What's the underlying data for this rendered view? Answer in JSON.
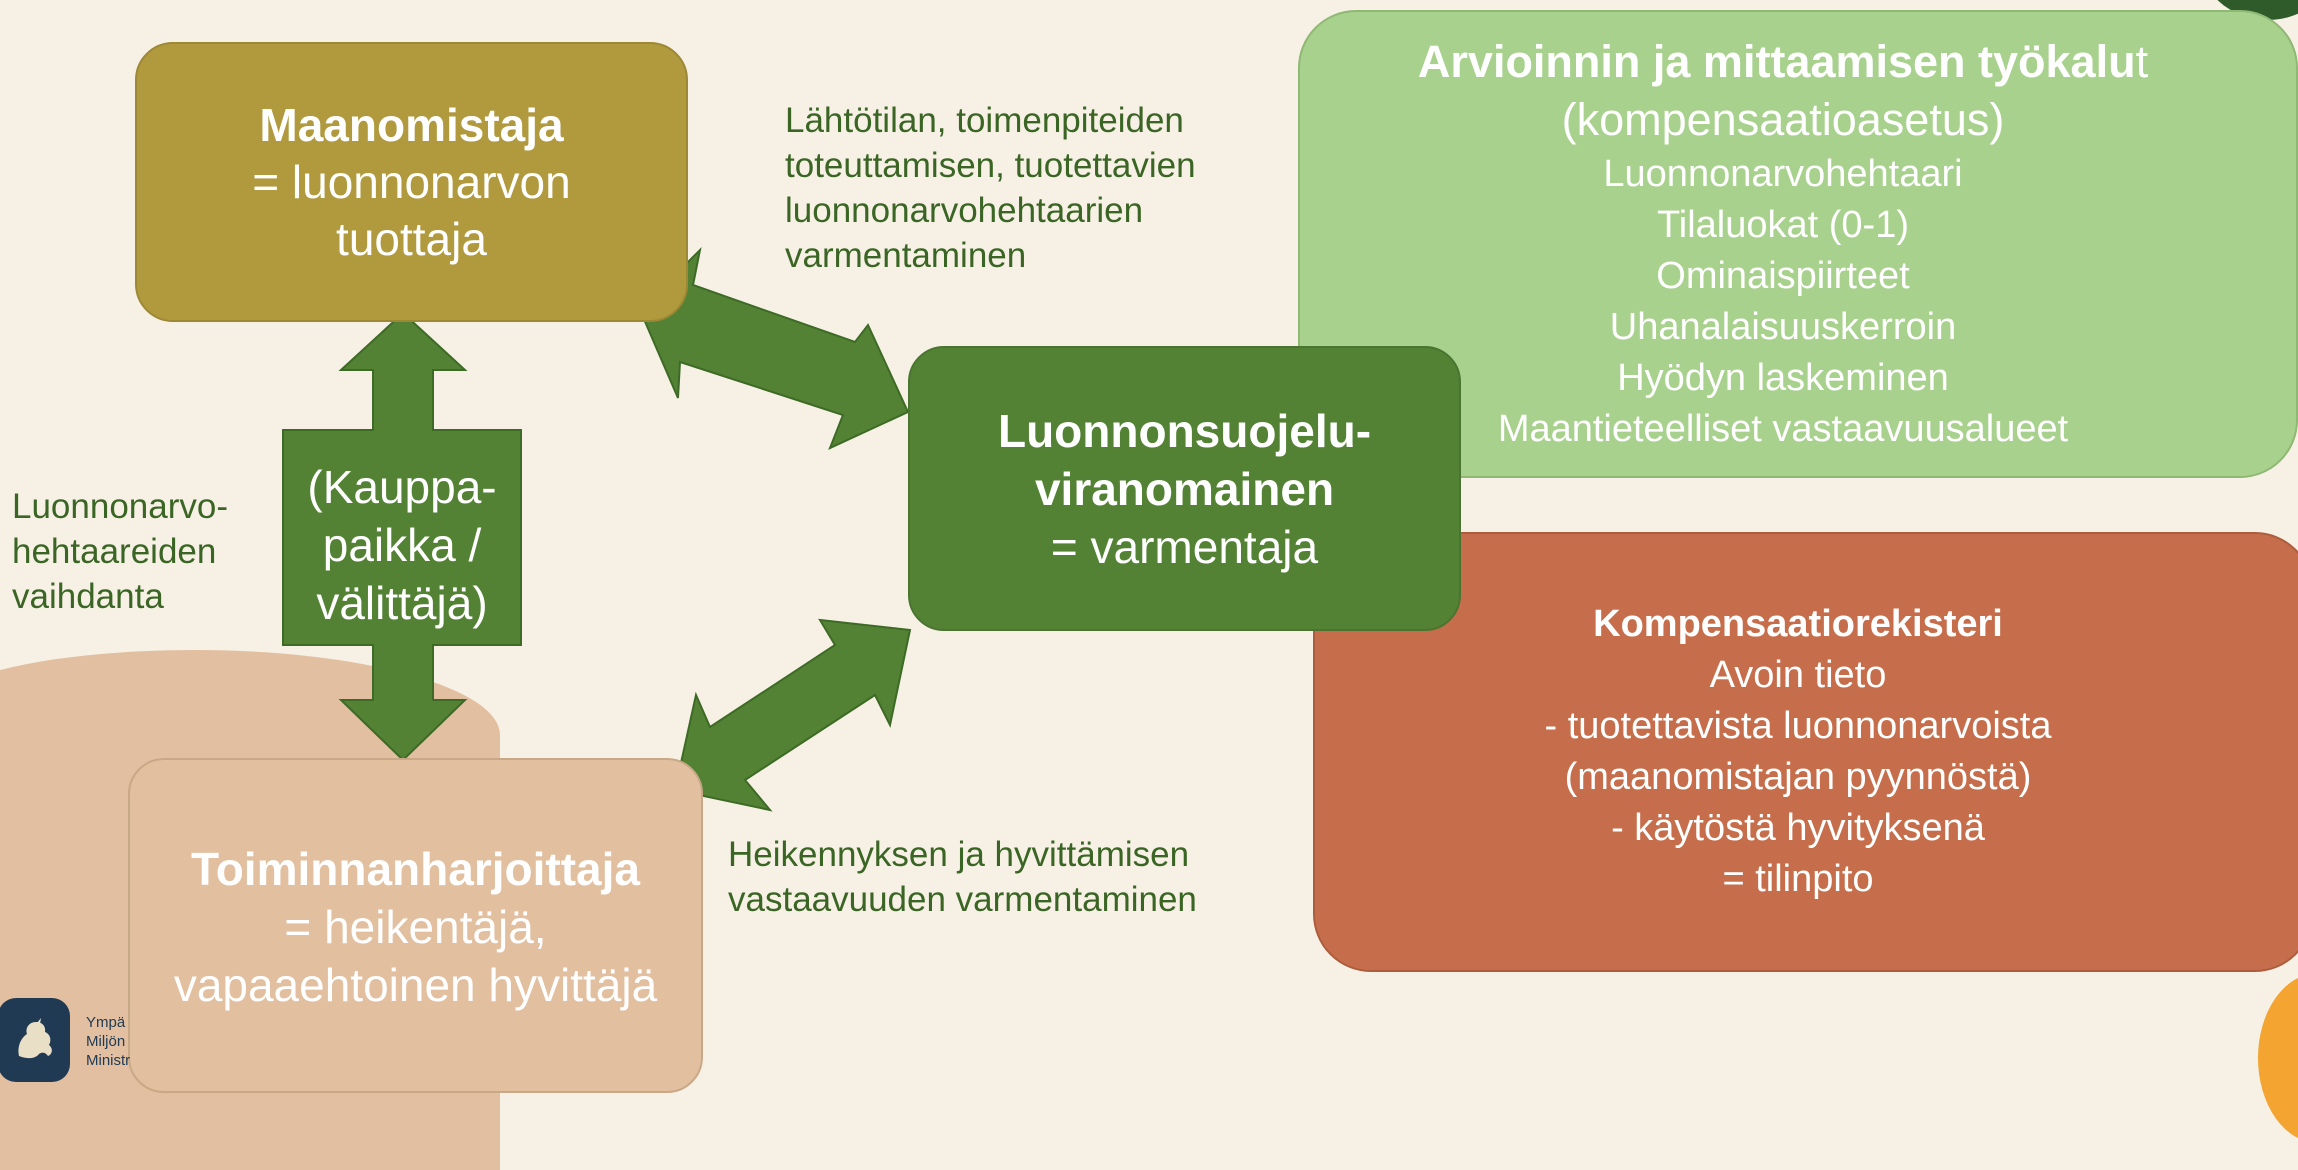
{
  "landowner": {
    "title": "Maanomistaja",
    "line2": "= luonnonarvon",
    "line3": "tuottaja"
  },
  "authority": {
    "line1": "Luonnonsuojelu-",
    "line2": "viranomainen",
    "line3": "= varmentaja"
  },
  "operator": {
    "title": "Toiminnanharjoittaja",
    "line2": "= heikentäjä,",
    "line3": "vapaaehtoinen hyvittäjä"
  },
  "marketplace": {
    "line1": "(Kauppa-",
    "line2": "paikka /",
    "line3": "välittäjä)"
  },
  "labels": {
    "verify_top": [
      "Lähtötilan, toimenpiteiden",
      "toteuttamisen, tuotettavien",
      "luonnonarvohehtaarien",
      "varmentaminen"
    ],
    "verify_bottom": [
      "Heikennyksen ja hyvittämisen",
      "vastaavuuden varmentaminen"
    ],
    "trade": [
      "Luonnonarvo-",
      "hehtaareiden",
      "vaihdanta"
    ]
  },
  "tools": {
    "title_bold": "Arvioinnin ja mittaamisen työkalu",
    "title_tail": "t",
    "subtitle": "(kompensaatioasetus)",
    "items": [
      "Luonnonarvohehtaari",
      "Tilaluokat (0-1)",
      "Ominaispiirteet",
      "Uhanalaisuuskerroin",
      "Hyödyn laskeminen",
      "Maantieteelliset vastaavuusalueet"
    ]
  },
  "register": {
    "title": "Kompensaatiorekisteri",
    "lines": [
      "Avoin tieto",
      "- tuotettavista luonnonarvoista",
      "(maanomistajan pyynnöstä)",
      "- käytöstä hyvityksenä",
      "= tilinpito"
    ]
  },
  "logo": {
    "lines": [
      "Ympä",
      "Miljön",
      "Ministr"
    ]
  },
  "colors": {
    "background": "#f6f1e4",
    "olive": "#b09a3d",
    "green_dark": "#548235",
    "green_light": "#a9d18e",
    "terracotta": "#c66e4b",
    "sand": "#e1bf9f",
    "arrow": "#548235"
  }
}
